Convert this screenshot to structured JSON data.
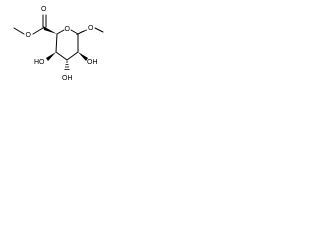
{
  "molecule": {
    "atoms": {
      "ring_oxygen": "O",
      "ester_carbonyl_oxygen": "O",
      "ester_oxygen": "O",
      "methoxy_oxygen": "O",
      "hydroxyl_c2": "OH",
      "hydroxyl_c3": "OH",
      "hydroxyl_c4": "HO"
    }
  }
}
